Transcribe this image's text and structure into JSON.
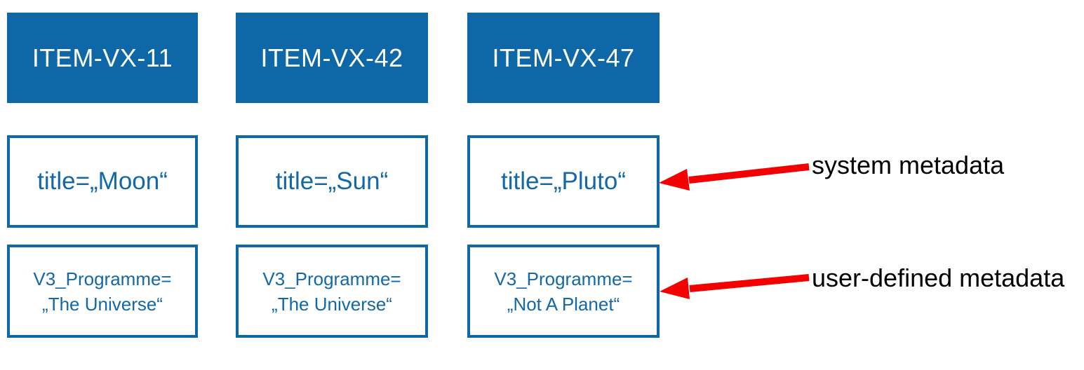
{
  "columns": [
    {
      "header": "ITEM-VX-11",
      "system_metadata": "title=„Moon“",
      "user_metadata_line1": "V3_Programme=",
      "user_metadata_line2": "„The Universe“"
    },
    {
      "header": "ITEM-VX-42",
      "system_metadata": "title=„Sun“",
      "user_metadata_line1": "V3_Programme=",
      "user_metadata_line2": "„The Universe“"
    },
    {
      "header": "ITEM-VX-47",
      "system_metadata": "title=„Pluto“",
      "user_metadata_line1": "V3_Programme=",
      "user_metadata_line2": "„Not A Planet“"
    }
  ],
  "annotations": [
    {
      "label": "system metadata"
    },
    {
      "label": "user-defined metadata"
    }
  ],
  "colors": {
    "blue": "#0E67A6",
    "text_blue": "#1268A8",
    "red": "#F40000",
    "label_text": "#000000"
  }
}
